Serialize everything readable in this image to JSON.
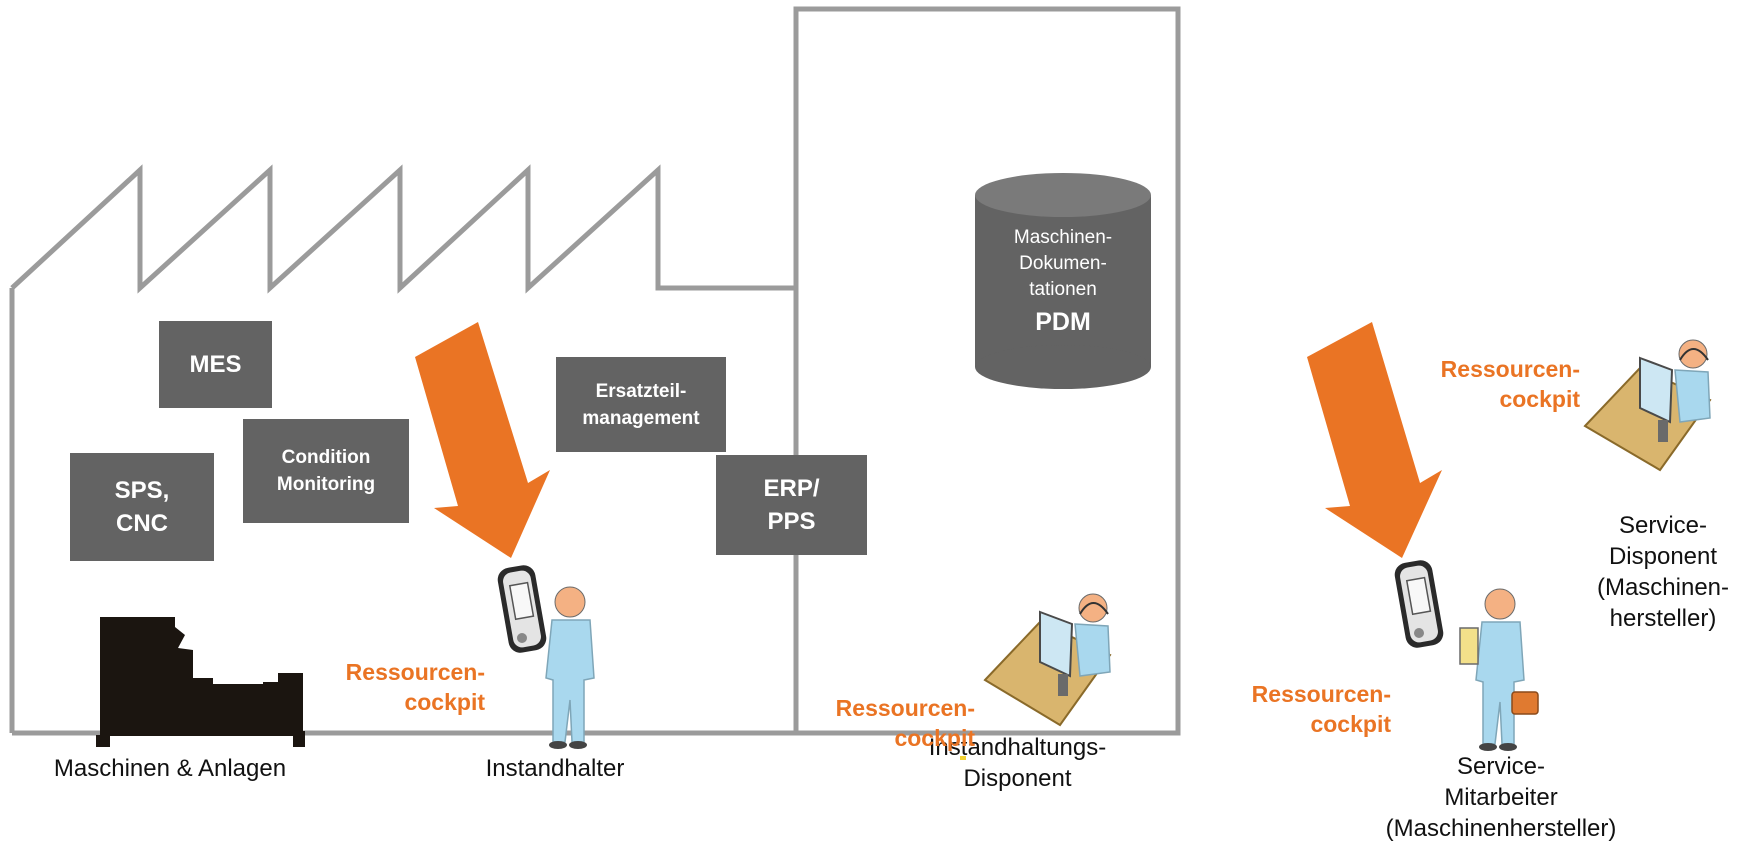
{
  "boxes": {
    "mes": "MES",
    "sps_cnc": "SPS,\nCNC",
    "condition_monitoring": "Condition\nMonitoring",
    "ersatzteil": "Ersatzteil-\nmanagement",
    "erp_pps": "ERP/\nPPS"
  },
  "database": {
    "lines": [
      "Maschinen-",
      "Dokumen-",
      "tationen"
    ],
    "title": "PDM"
  },
  "labels": {
    "maschinen": "Maschinen & Anlagen",
    "instandhalter": "Instandhalter",
    "instandhaltungs_disponent": "Instandhaltungs-\nDisponent",
    "service_disponent": "Service-\nDisponent\n(Maschinen-\nhersteller)",
    "service_mitarbeiter": "Service-\nMitarbeiter\n(Maschinenhersteller)"
  },
  "cockpit": {
    "instandhalter": "Ressourcen-\ncockpit",
    "disponent": "Ressourcen-\ncockpit",
    "service_disponent": "Ressourcen-\ncockpit",
    "service_mitarbeiter": "Ressourcen-\ncockpit"
  },
  "colors": {
    "accent": "#ea7424",
    "box": "#636363",
    "outline": "#9b9b9b",
    "person": "#a9d8ee"
  }
}
